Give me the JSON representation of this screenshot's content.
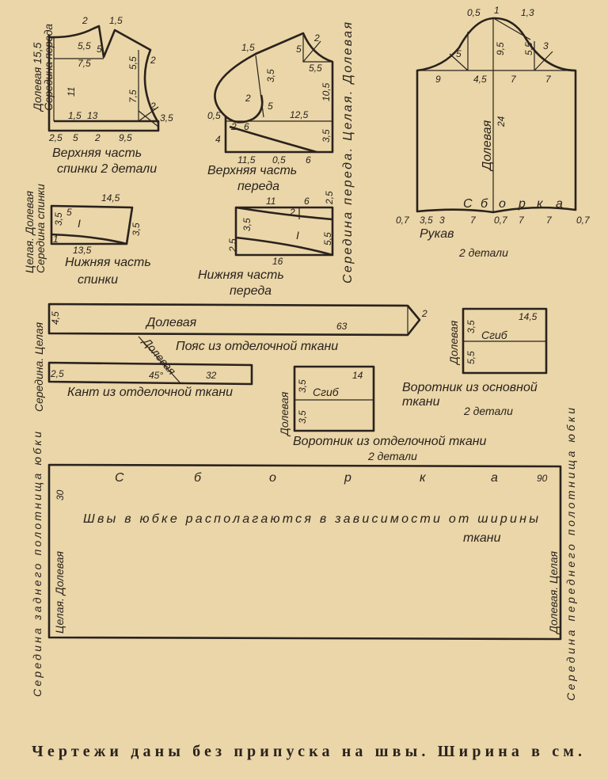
{
  "back_upper": {
    "title": "Верхняя часть",
    "title2": "спинки  2 детали",
    "grain": "Долевая 15,5",
    "center": "Середина переда",
    "m": [
      "2",
      "1,5",
      "5,5",
      "7,5",
      "5,5",
      "2",
      "11",
      "7,5",
      "2",
      "1,5",
      "13",
      "3,5",
      "2,5",
      "5",
      "2",
      "9,5",
      "5"
    ]
  },
  "front_upper": {
    "title": "Верхняя часть",
    "title2": "переда",
    "m": [
      "1,5",
      "2",
      "5",
      "5,5",
      "3,5",
      "2",
      "5",
      "10,5",
      "0,5",
      "2",
      "6",
      "12,5",
      "3,5",
      "4",
      "11,5",
      "0,5",
      "6"
    ]
  },
  "front_side_label": "Середина переда. Целая. Долевая",
  "back_lower": {
    "title": "Нижняя часть",
    "title2": "спинки",
    "side1": "Целая. Долевая",
    "side2": "Середина спинки",
    "m": [
      "14,5",
      "5",
      "3,5",
      "I",
      "3,5",
      "1",
      "13,5"
    ]
  },
  "front_lower": {
    "title": "Нижняя часть",
    "title2": "переда",
    "m": [
      "11",
      "6",
      "2,5",
      "3,5",
      "2",
      "I",
      "5,5",
      "2,5",
      "16"
    ]
  },
  "sleeve": {
    "title": "Рукав",
    "title2": "2 детали",
    "grain": "Долевая",
    "length": "24",
    "gather": [
      "С",
      "б",
      "о",
      "р",
      "к",
      "а"
    ],
    "cap": [
      "0,5",
      "1",
      "1,3",
      "9,5",
      "5,5",
      "3",
      "5"
    ],
    "width": [
      "9",
      "4,5",
      "7",
      "7"
    ],
    "bottom": [
      "0,7",
      "3,5",
      "3",
      "7",
      "0,7",
      "7",
      "7",
      "0,7"
    ]
  },
  "belt": {
    "title": "Пояс из отделочной ткани",
    "grain": "Долевая",
    "width": "4,5",
    "length": "63",
    "tip": "2"
  },
  "left_mid_label": "Середина. Целая",
  "piping": {
    "title": "Кант из отделочной ткани",
    "grain": "Долевая",
    "width": "2,5",
    "angle": "45°",
    "length": "32"
  },
  "collar_trim": {
    "title": "Воротник из отделочной ткани",
    "title2": "2 детали",
    "grain": "Долевая",
    "fold": "Сгиб",
    "m": [
      "14",
      "3,5",
      "3,5"
    ]
  },
  "collar_main": {
    "title": "Воротник из основной",
    "title2": "ткани",
    "title3": "2 детали",
    "grain": "Долевая",
    "fold": "Сгиб",
    "m": [
      "14,5",
      "3,5",
      "5,5"
    ]
  },
  "skirt": {
    "gather": [
      "С",
      "б",
      "о",
      "р",
      "к",
      "а"
    ],
    "width": "90",
    "height": "30",
    "note": "Швы в юбке располагаются в зависимости от ширины",
    "note2": "ткани",
    "inner_left": "Целая. Долевая",
    "inner_right": "Долевая. Целая",
    "outer_left": "Середина заднего полотнища юбки",
    "outer_right": "Середина переднего полотнища юбки"
  },
  "footer": "Чертежи даны без припуска на швы. Ширина в см."
}
